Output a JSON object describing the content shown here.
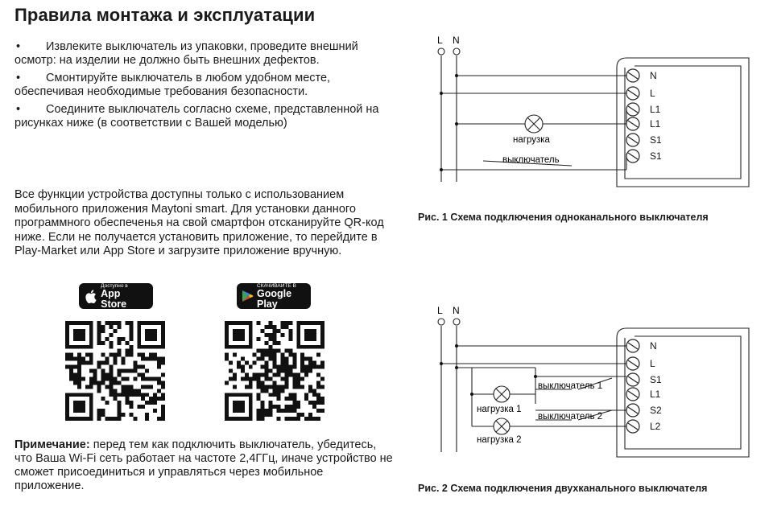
{
  "title": "Правила монтажа и эксплуатации",
  "bullets": [
    {
      "mark": "•",
      "text": "Извлеките выключатель из упаковки, проведите внешний осмотр: на изделии не должно быть внешних дефектов."
    },
    {
      "mark": "•",
      "text": "Смонтируйте выключатель в любом удобном месте, обеспечивая необходимые требования безопасности."
    },
    {
      "mark": "•",
      "text": "Соедините выключатель согласно схеме, представленной на рисунках ниже (в соответствии с Вашей моделью)"
    }
  ],
  "paragraph": "Все функции устройства доступны только с использованием мобильного приложения Maytoni smart. Для установки данного программного обеспеченья на свой смартфон отсканируйте QR-код ниже. Если не получается установить приложение, то перейдите в Play-Market или App Store и загрузите приложение вручную.",
  "badges": {
    "app_store": {
      "small": "Доступно в",
      "big": "App Store",
      "icon": "apple-icon"
    },
    "google_play": {
      "small": "СКАЧИВАЙТЕ В",
      "big": "Google Play",
      "icon": "play-icon"
    }
  },
  "note": {
    "label": "Примечание:",
    "text": " перед тем как подключить выключатель, убедитесь, что Ваша Wi-Fi сеть работает на частоте 2,4ГГц, иначе устройство не сможет присоединиться и управляться через мобильное приложение."
  },
  "diagram1": {
    "line_labels": [
      "L",
      "N"
    ],
    "terminals": [
      "N",
      "L",
      "L1",
      "L1",
      "S1",
      "S1"
    ],
    "load_label": "нагрузка",
    "switch_label": "выключатель",
    "caption": "Рис. 1 Схема подключения одноканального выключателя"
  },
  "diagram2": {
    "line_labels": [
      "L",
      "N"
    ],
    "terminals": [
      "N",
      "L",
      "S1",
      "L1",
      "S2",
      "L2"
    ],
    "load1_label": "нагрузка 1",
    "load2_label": "нагрузка 2",
    "switch1_label": "выключатель 1",
    "switch2_label": "выключатель 2",
    "caption": "Рис. 2 Схема подключения двухканального выключателя"
  }
}
